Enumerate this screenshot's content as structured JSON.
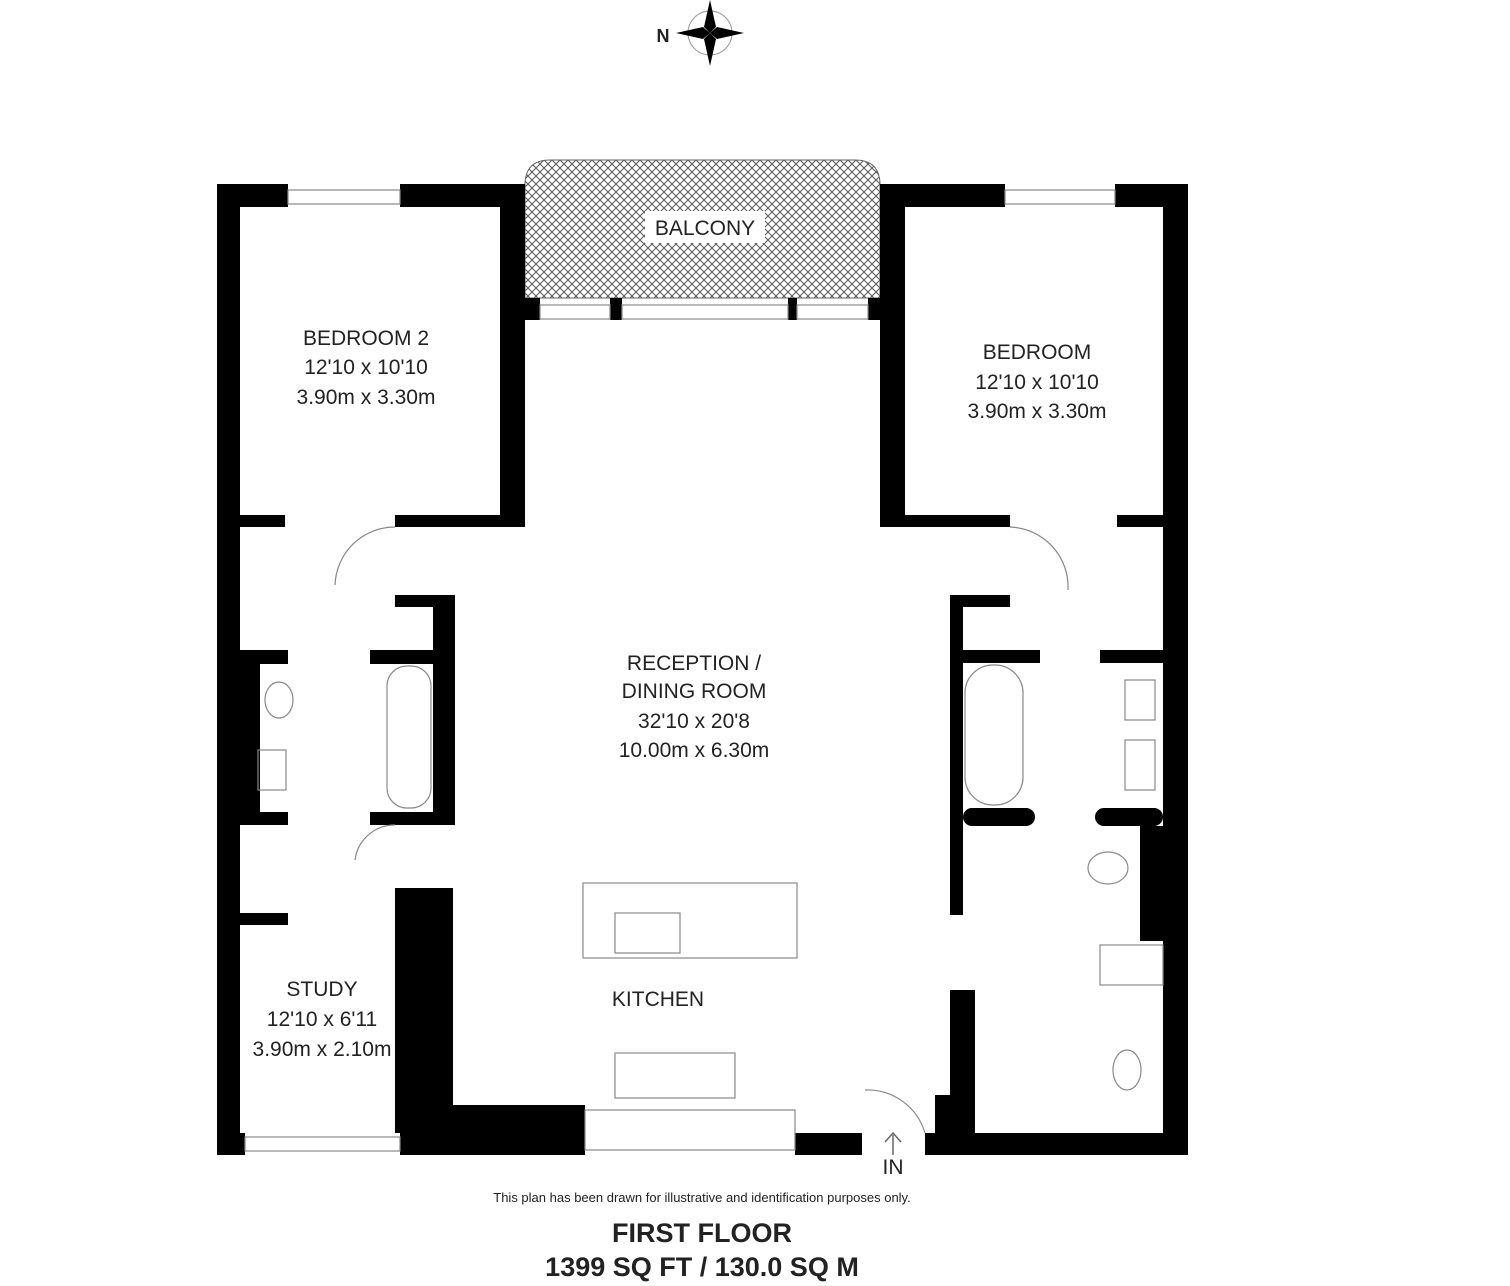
{
  "compass": {
    "north_label": "N"
  },
  "rooms": {
    "balcony": {
      "name": "BALCONY"
    },
    "bedroom2": {
      "name": "BEDROOM 2",
      "imperial": "12'10 x 10'10",
      "metric": "3.90m x 3.30m"
    },
    "bedroom": {
      "name": "BEDROOM",
      "imperial": "12'10 x 10'10",
      "metric": "3.90m x 3.30m"
    },
    "reception": {
      "name_line1": "RECEPTION /",
      "name_line2": "DINING ROOM",
      "imperial": "32'10 x 20'8",
      "metric": "10.00m x 6.30m"
    },
    "kitchen": {
      "name": "KITCHEN"
    },
    "study": {
      "name": "STUDY",
      "imperial": "12'10 x 6'11",
      "metric": "3.90m x 2.10m"
    }
  },
  "entrance": {
    "label": "IN"
  },
  "footer": {
    "disclaimer": "This plan has been drawn for illustrative and identification purposes only.",
    "floor": "FIRST FLOOR",
    "area": "1399 SQ FT / 130.0 SQ M"
  },
  "colors": {
    "wall": "#000000",
    "text": "#222222"
  }
}
